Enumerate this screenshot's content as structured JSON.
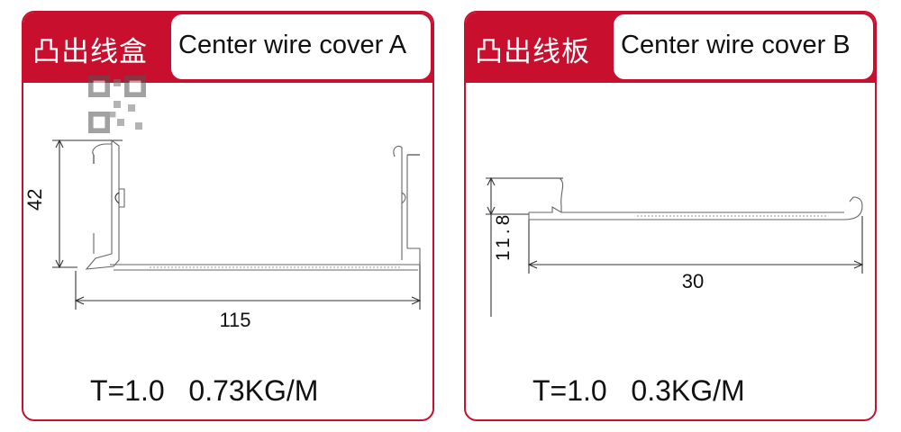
{
  "panels": [
    {
      "title_cn": "凸出线盒",
      "title_en": "Center wire cover A",
      "dim_height": "42",
      "dim_width": "115",
      "spec": "T=1.0   0.73KG/M",
      "accent": "#c8102e"
    },
    {
      "title_cn": "凸出线板",
      "title_en": "Center wire cover B",
      "dim_height": "11.8",
      "dim_width": "30",
      "spec": "T=1.0   0.3KG/M",
      "accent": "#c8102e"
    }
  ]
}
